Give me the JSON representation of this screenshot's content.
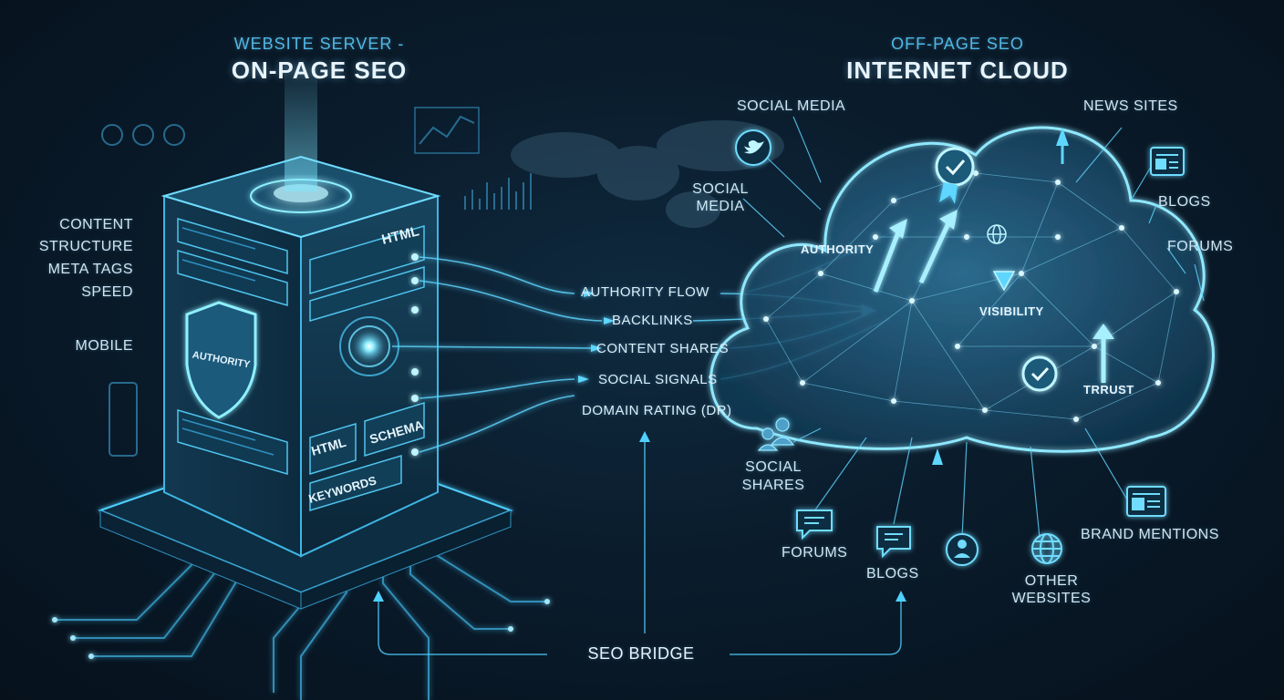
{
  "server": {
    "subtitle": "WEBSITE SERVER -",
    "title": "ON-PAGE SEO",
    "side_labels": [
      "CONTENT",
      "STRUCTURE",
      "META TAGS",
      "SPEED",
      "MOBILE"
    ],
    "shield_label": "AUTHORITY",
    "panel_labels": {
      "html_top": "HTML",
      "html_bottom": "HTML",
      "schema": "SCHEMA",
      "keywords": "KEYWORDS"
    }
  },
  "cloud": {
    "subtitle": "OFF-PAGE SEO",
    "title": "INTERNET CLOUD",
    "inner_labels": {
      "authority": "AUTHORITY",
      "visibility": "VISIBILITY",
      "trust": "TRRUST"
    },
    "top_labels": {
      "social_media_1": "SOCIAL MEDIA",
      "social_media_2": "SOCIAL MEDIA",
      "news_sites": "NEWS SITES",
      "blogs": "BLOGS",
      "forums": "FORUMS"
    },
    "bottom_labels": {
      "social_shares": "SOCIAL SHARES",
      "forums": "FORUMS",
      "blogs": "BLOGS",
      "other_websites": "OTHER WEBSITES",
      "brand_mentions": "BRAND MENTIONS"
    }
  },
  "bridge": {
    "flows": [
      "AUTHORITY FLOW",
      "BACKLINKS",
      "CONTENT SHARES",
      "SOCIAL SIGNALS",
      "DOMAIN RATING (DR)"
    ],
    "label": "SEO BRIDGE"
  },
  "colors": {
    "accent": "#4fd0ff",
    "glow": "#9fe8ff",
    "background": "#0a1c2c"
  }
}
